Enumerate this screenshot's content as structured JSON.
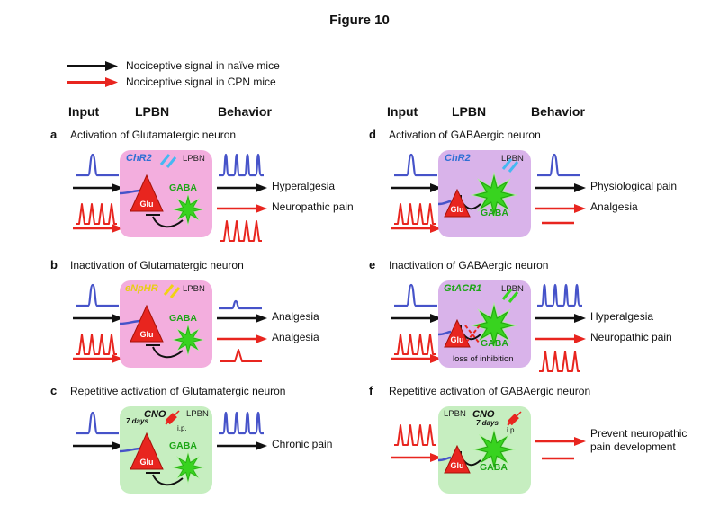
{
  "figure_title": "Figure 10",
  "legend": {
    "naive": {
      "label": "Nociceptive signal in naïve mice",
      "color": "#111111"
    },
    "cpn": {
      "label": "Nociceptive signal in CPN mice",
      "color": "#e8251f"
    }
  },
  "headers": {
    "input": "Input",
    "lpbn": "LPBN",
    "behavior": "Behavior"
  },
  "panels": {
    "a": {
      "letter": "a",
      "title": "Activation of Glutamatergic neuron",
      "opsin": "ChR2",
      "opsin_color": "#2f6fd4",
      "region": "LPBN",
      "glu": "Glu",
      "gaba": "GABA",
      "behaviors": [
        "Hyperalgesia",
        "Neuropathic pain"
      ]
    },
    "b": {
      "letter": "b",
      "title": "Inactivation of Glutamatergic neuron",
      "opsin": "eNpHR",
      "opsin_color": "#e8cd14",
      "region": "LPBN",
      "glu": "Glu",
      "gaba": "GABA",
      "behaviors": [
        "Analgesia",
        "Analgesia"
      ]
    },
    "c": {
      "letter": "c",
      "title": "Repetitive activation of Glutamatergic neuron",
      "drug": "CNO",
      "duration": "7 days",
      "route": "i.p.",
      "region": "LPBN",
      "glu": "Glu",
      "gaba": "GABA",
      "behaviors": [
        "Chronic pain"
      ]
    },
    "d": {
      "letter": "d",
      "title": "Activation of GABAergic neuron",
      "opsin": "ChR2",
      "opsin_color": "#2f6fd4",
      "region": "LPBN",
      "glu": "Glu",
      "gaba": "GABA",
      "behaviors": [
        "Physiological pain",
        "Analgesia"
      ]
    },
    "e": {
      "letter": "e",
      "title": "Inactivation of GABAergic neuron",
      "opsin": "GtACR1",
      "opsin_color": "#1ca615",
      "region": "LPBN",
      "glu": "Glu",
      "gaba": "GABA",
      "note": "loss of inhibition",
      "behaviors": [
        "Hyperalgesia",
        "Neuropathic pain"
      ]
    },
    "f": {
      "letter": "f",
      "title": "Repetitive activation of GABAergic neuron",
      "drug": "CNO",
      "duration": "7 days",
      "route": "i.p.",
      "region": "LPBN",
      "glu": "Glu",
      "gaba": "GABA",
      "behaviors": [
        "Prevent neuropathic pain development"
      ]
    }
  },
  "colors": {
    "naive_signal": "#111111",
    "cpn_signal": "#e8251f",
    "afferent_blue": "#4653c9",
    "glu_neuron": "#e8251f",
    "gaba_neuron": "#38d31f",
    "box_glutamatergic": "#f3aede",
    "box_gabaergic": "#d9b3ea",
    "box_cno": "#c6eec0",
    "chr2_blue": "#2f6fd4",
    "enphr_yellow": "#e8cd14",
    "gtacr1_green": "#1ca615"
  }
}
